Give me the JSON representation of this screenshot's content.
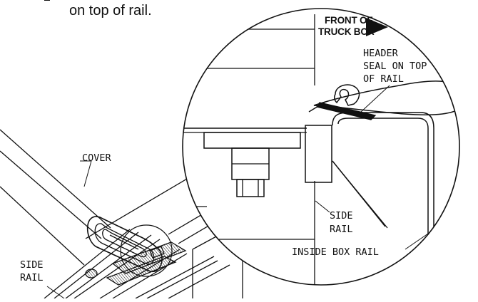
{
  "caption": "on top of rail.",
  "labels": {
    "front_line1": "FRONT OF",
    "front_line2": "TRUCK BOX",
    "header_seal_line1": "HEADER",
    "header_seal_line2": "SEAL ON TOP",
    "header_seal_line3": "OF RAIL",
    "cover": "COVER",
    "side_rail_detail_line1": "SIDE",
    "side_rail_detail_line2": "RAIL",
    "inside_box_rail": "INSIDE BOX RAIL",
    "side_rail_left_line1": "SIDE",
    "side_rail_left_line2": "RAIL"
  },
  "icons": {
    "front_arrow": "triangle-right-icon"
  },
  "colors": {
    "ink": "#111111",
    "background": "#ffffff"
  }
}
